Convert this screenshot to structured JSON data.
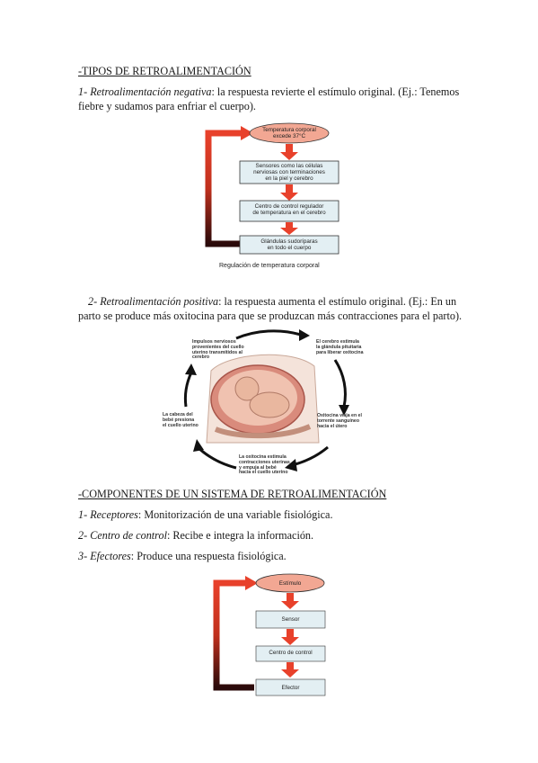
{
  "heading1": "-TIPOS DE RETROALIMENTACIÓN",
  "neg": {
    "term": "1- Retroalimentación negativa",
    "rest": ": la respuesta revierte el estímulo original. (Ej.: Tenemos",
    "line2": "fiebre y sudamos para enfriar el cuerpo)."
  },
  "diagram1": {
    "top": [
      "Temperatura corporal",
      "excede 37°C"
    ],
    "box1": [
      "Sensores como las células",
      "nerviosas con terminaciones",
      "en la piel y cerebro"
    ],
    "box2": [
      "Centro de control regulador",
      "de temperatura en el cerebro"
    ],
    "box3": [
      "Glándulas sudoríparas",
      "en todo el cuerpo"
    ],
    "caption": "Regulación de temperatura corporal"
  },
  "pos": {
    "term": "2- Retroalimentación positiva",
    "rest": ": la respuesta aumenta el estímulo original. (Ej.: En un",
    "line2": "parto se produce más oxitocina para que se produzcan más contracciones para el parto)."
  },
  "diagram2": {
    "label_tl": [
      "Impulsos nerviosos",
      "provenientes del cuello",
      "uterino transmitidos al",
      "cerebro"
    ],
    "label_tr": [
      "El cerebro estimula",
      "la glándula pituitaria",
      "para liberar oxitocina"
    ],
    "label_r": [
      "Oxitocina viaja en el",
      "torrente sanguíneo",
      "hacia el útero"
    ],
    "label_b": [
      "La oxitocina estimula",
      "contracciones uterinas",
      "y empuja al bebé",
      "hacia el cuello uterino"
    ],
    "label_l": [
      "La cabeza del",
      "bebé presiona",
      "el cuello uterino"
    ]
  },
  "heading2": "-COMPONENTES DE UN SISTEMA DE RETROALIMENTACIÓN",
  "components": [
    {
      "term": "1- Receptores",
      "rest": ": Monitorización de una variable fisiológica."
    },
    {
      "term": "2- Centro de control",
      "rest": ": Recibe e integra la información."
    },
    {
      "term": "3- Efectores",
      "rest": ": Produce una respuesta fisiológica."
    }
  ],
  "diagram3": {
    "top": "Estímulo",
    "box1": "Sensor",
    "box2": "Centro de control",
    "box3": "Efector"
  },
  "colors": {
    "arrow_red": "#e8412b",
    "oval_fill": "#f2a793",
    "box_fill": "#e3eff3"
  }
}
